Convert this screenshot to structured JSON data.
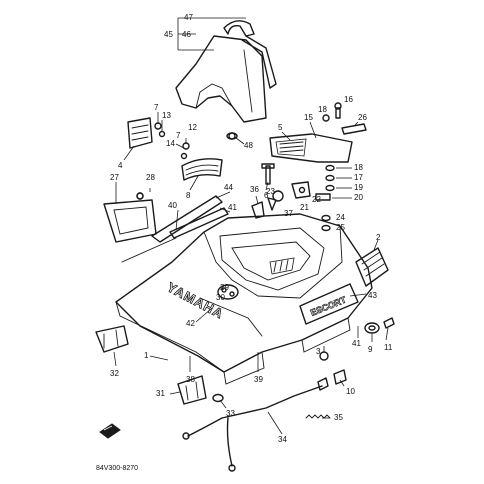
{
  "diagram": {
    "labels": [
      "47",
      "46",
      "45",
      "7",
      "13",
      "12",
      "7",
      "14",
      "4",
      "48",
      "18",
      "16",
      "5",
      "15",
      "26",
      "6",
      "23",
      "22",
      "21",
      "18",
      "17",
      "19",
      "20",
      "27",
      "28",
      "44",
      "40",
      "41",
      "36",
      "37",
      "24",
      "25",
      "2",
      "43",
      "29",
      "30",
      "42",
      "41",
      "9",
      "11",
      "3",
      "32",
      "1",
      "38",
      "39",
      "10",
      "31",
      "33",
      "35",
      "34",
      "8"
    ],
    "code": "84V300-8270",
    "brand": "YAMAHA",
    "model": "ESCORT"
  }
}
